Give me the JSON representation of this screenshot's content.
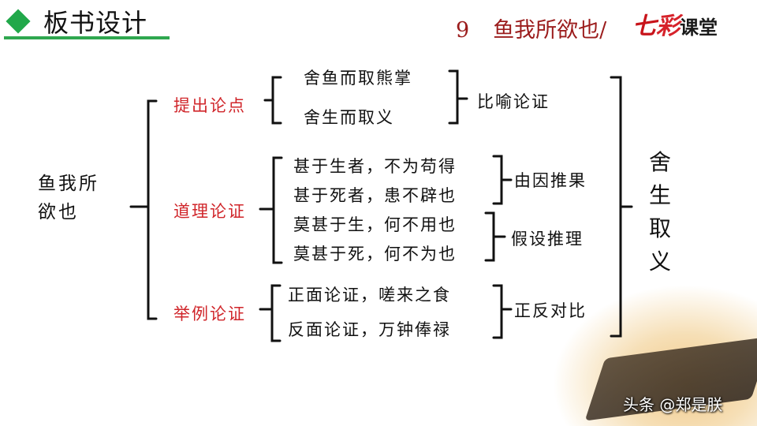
{
  "header": {
    "section_title": "板书设计",
    "lesson_number": "9",
    "lesson_title": "鱼我所欲也/",
    "brand": {
      "part1": "七",
      "part2": "彩",
      "part3": "课堂"
    },
    "accent_color": "#21a84a",
    "lesson_color": "#9b1c1c"
  },
  "diagram": {
    "root": {
      "line1": "鱼我所",
      "line2": "欲也"
    },
    "branches": [
      {
        "label": "提出论点",
        "items": [
          "舍鱼而取熊掌",
          "舍生而取义"
        ],
        "groups": [
          {
            "label": "比喻论证"
          }
        ]
      },
      {
        "label": "道理论证",
        "items": [
          "甚于生者，不为苟得",
          "甚于死者，患不辟也",
          "莫甚于生，何不用也",
          "莫甚于死，何不为也"
        ],
        "groups": [
          {
            "label": "由因推果"
          },
          {
            "label": "假设推理"
          }
        ]
      },
      {
        "label": "举例论证",
        "items": [
          "正面论证，嗟来之食",
          "反面论证，万钟俸禄"
        ],
        "groups": [
          {
            "label": "正反对比"
          }
        ]
      }
    ],
    "conclusion": [
      "舍",
      "生",
      "取",
      "义"
    ],
    "branch_color": "#d0252a"
  },
  "watermark": "头条 @郑是朕"
}
